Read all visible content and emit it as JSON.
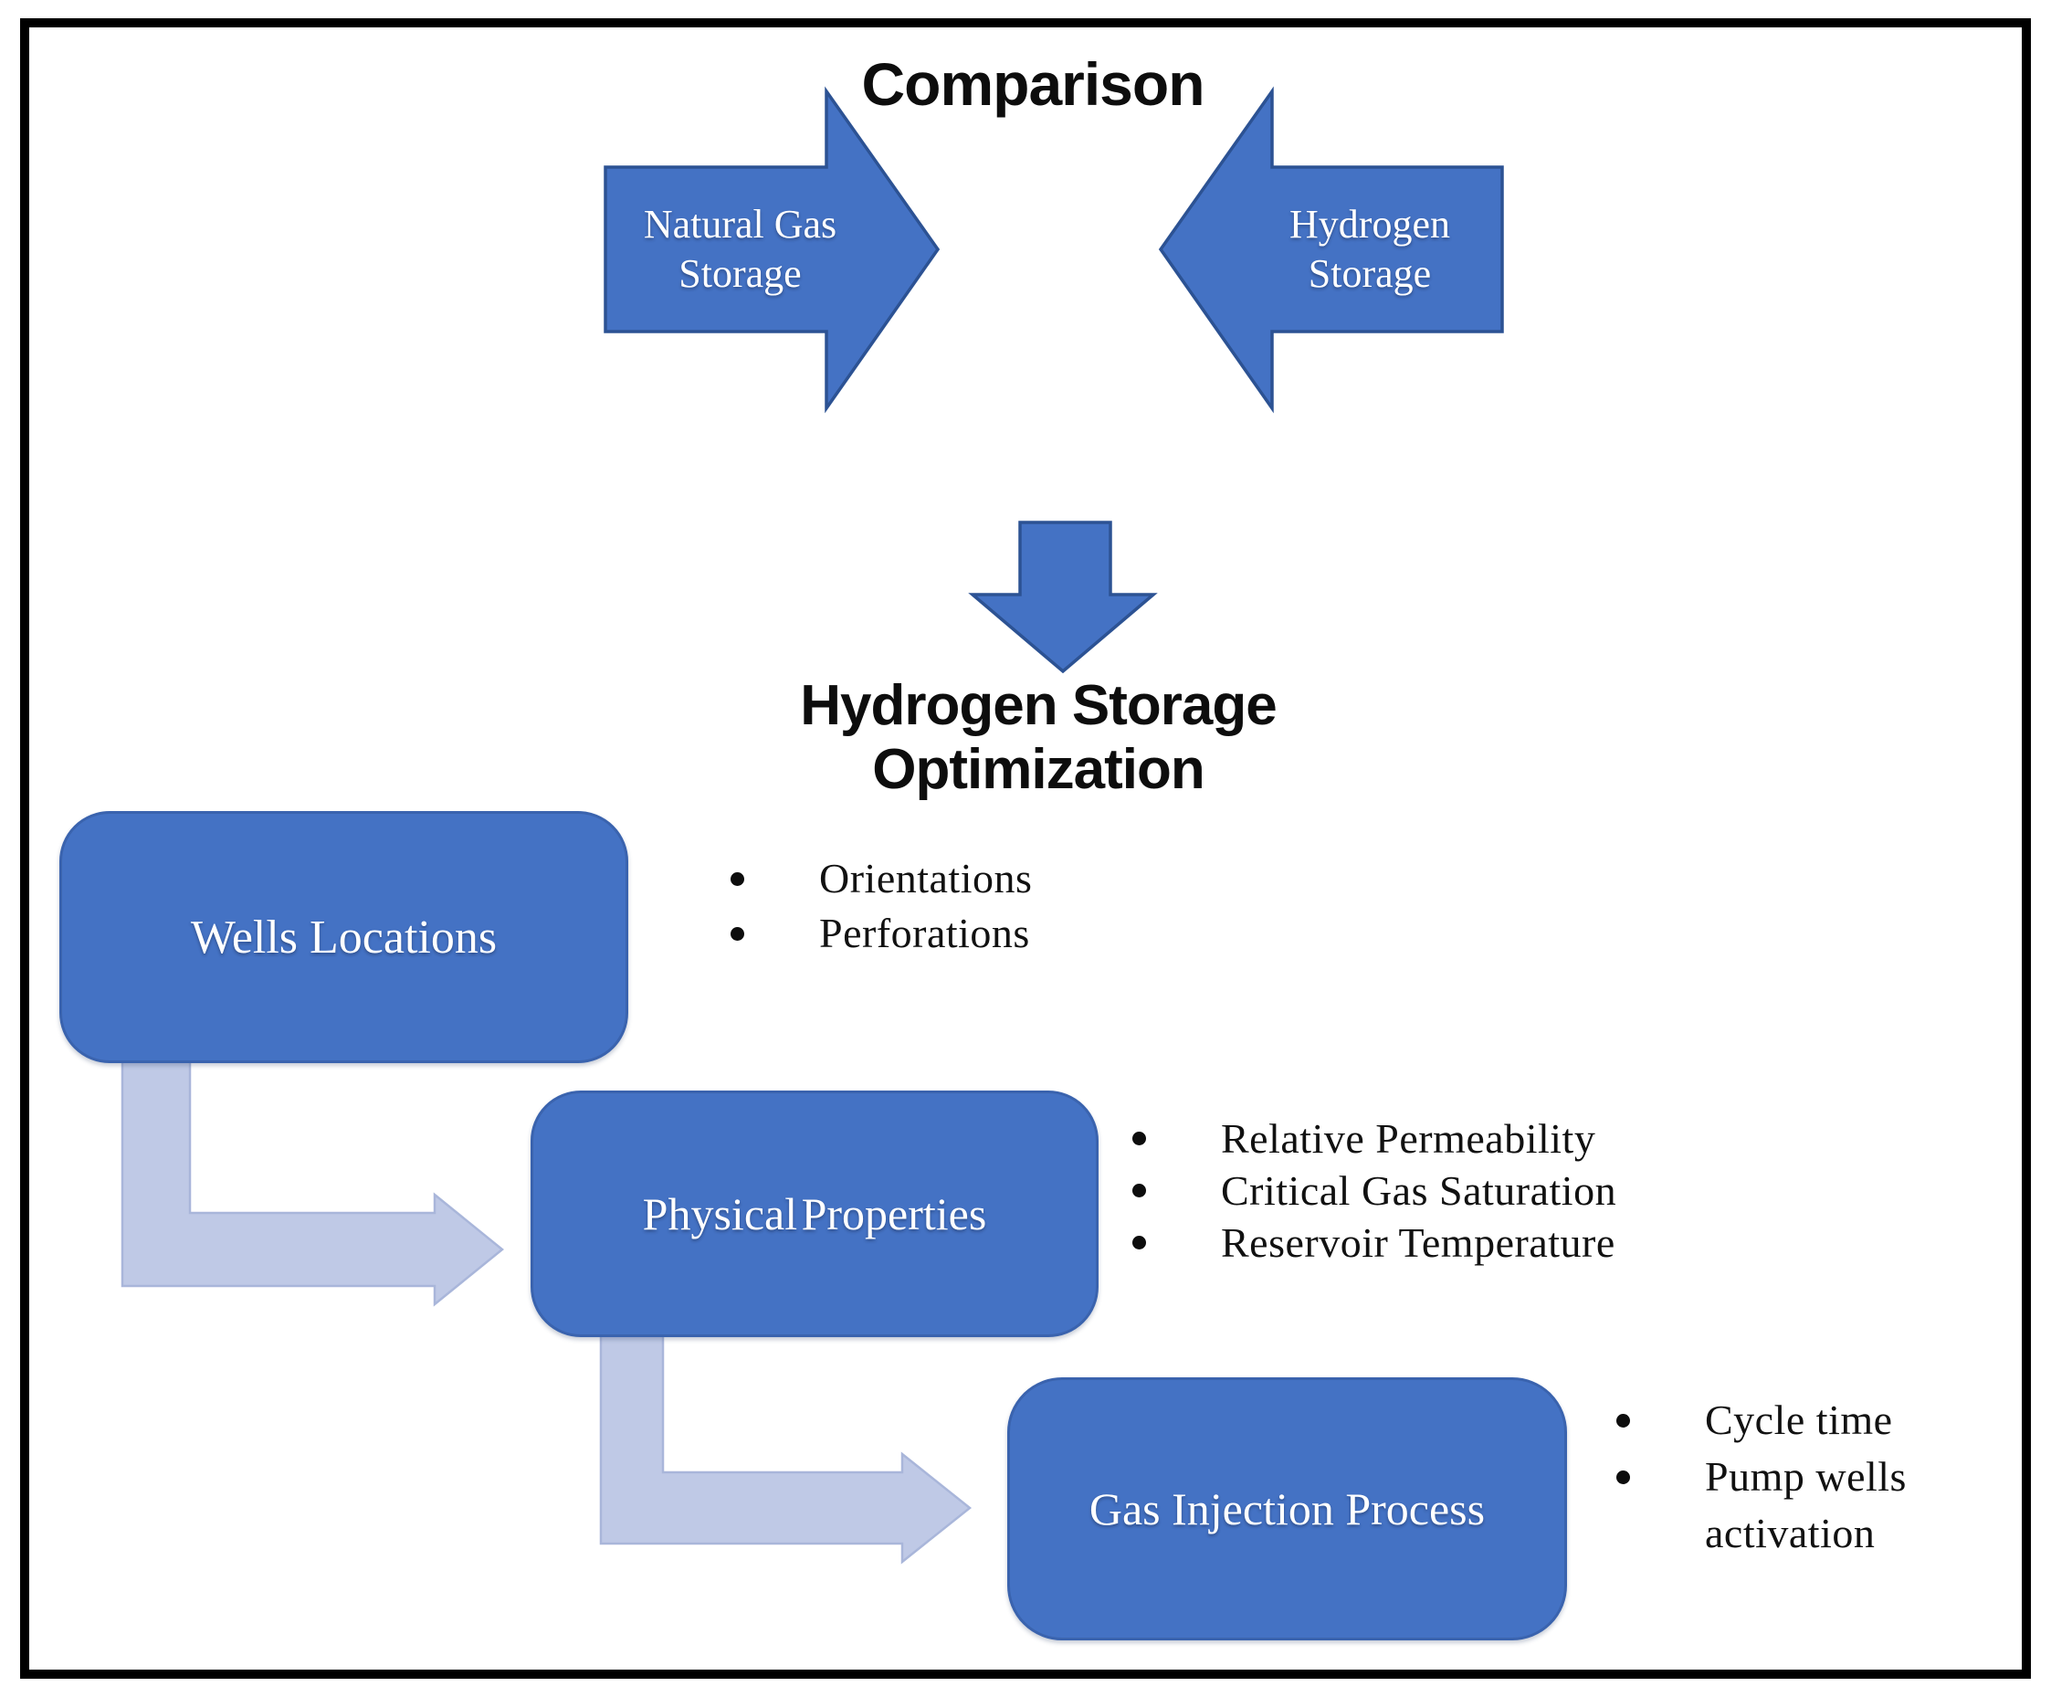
{
  "diagram": {
    "comparison_title": "Comparison",
    "optimization_title": "Hydrogen Storage Optimization",
    "arrow_left_label": "Natural Gas Storage",
    "arrow_right_label": "Hydrogen Storage",
    "nodes": [
      {
        "label": "Wells Locations",
        "bullets": [
          "Orientations",
          "Perforations"
        ]
      },
      {
        "label": "Physical Properties",
        "bullets": [
          "Relative Permeability",
          "Critical Gas Saturation",
          "Reservoir Temperature"
        ]
      },
      {
        "label": "Gas Injection Process",
        "bullets": [
          "Cycle time",
          "Pump wells activation"
        ]
      }
    ],
    "colors": {
      "primary": "#4472C4",
      "primary-border": "#2C5293",
      "connector": "#BFC9E6",
      "connector-border": "#A9B6DA",
      "ink": "#111111",
      "label": "#FFFFFF"
    }
  }
}
